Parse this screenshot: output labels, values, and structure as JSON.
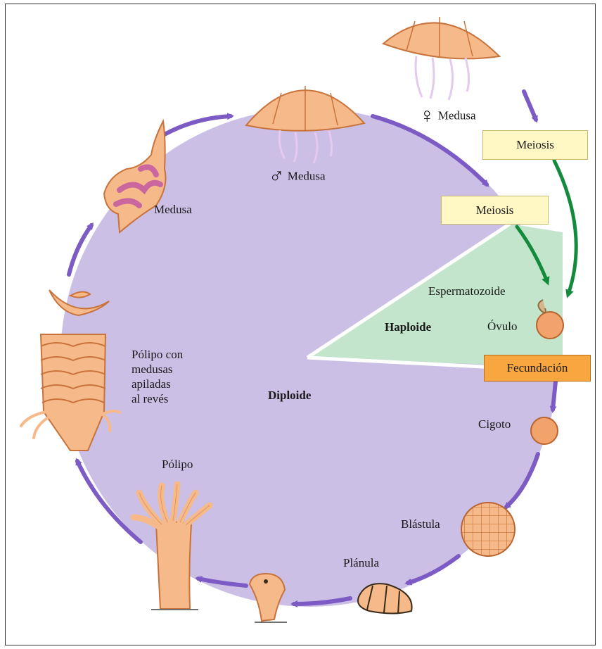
{
  "labels": {
    "female_medusa": "Medusa",
    "male_medusa": "Medusa",
    "medusa_left": "Medusa",
    "meiosis_top": "Meiosis",
    "meiosis_mid": "Meiosis",
    "espermatozoide": "Espermatozoide",
    "ovulo": "Óvulo",
    "haploide": "Haploide",
    "fecundacion": "Fecundación",
    "diploide": "Diploide",
    "polipo_medusas_lines": [
      "Pólipo con",
      "medusas",
      "apiladas",
      "al revés"
    ],
    "cigoto": "Cigoto",
    "blastula": "Blástula",
    "planula": "Plánula",
    "polipo": "Pólipo"
  },
  "symbols": {
    "female": "♀",
    "male": "♂"
  },
  "colors": {
    "diploid_fill": "#cbbfe6",
    "haploid_fill": "#c2e5cc",
    "cycle_arrow": "#7d5bc4",
    "meiosis_arrow": "#138a3c",
    "meiosis_box": "#fff8c4",
    "fecundacion_box": "#f7a640",
    "organism": "#f6b98a"
  }
}
